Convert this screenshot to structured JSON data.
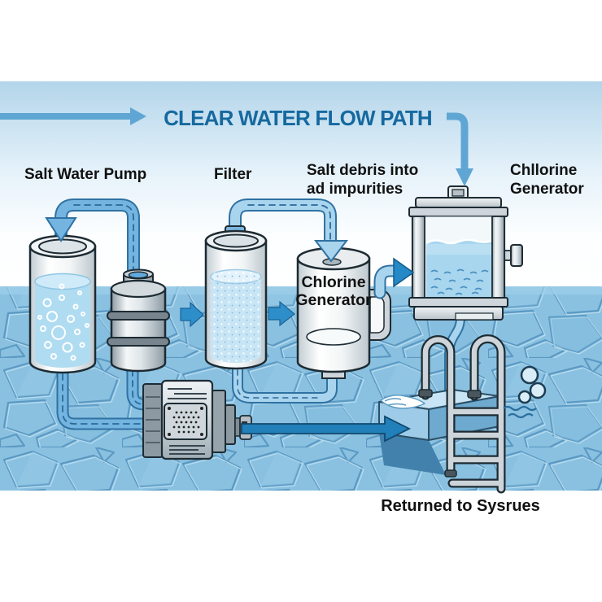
{
  "title": "CLEAR WATER FLOW PATH",
  "labels": {
    "salt_water_pump": "Salt Water Pump",
    "filter": "Filter",
    "salt_debris_line1": "Salt debris into",
    "salt_debris_line2": "ad impurities",
    "chlorine_generator_right_line1": "Chllorine",
    "chlorine_generator_right_line2": "Generator",
    "chlorine_generator_mid_line1": "Chlorine",
    "chlorine_generator_mid_line2": "Generator",
    "footer": "Returned to Sysrues"
  },
  "colors": {
    "title_blue": "#16699f",
    "flow_arrow_blue": "#2e8ec9",
    "return_arrow_blue": "#2180ba",
    "pipe_medium_blue": "#74b4e0",
    "pipe_light_blue": "#a9d4ee",
    "pool_water_blue": "#8ac1e1",
    "sky_blue": "#b3d5ea",
    "label_black": "#111111"
  }
}
